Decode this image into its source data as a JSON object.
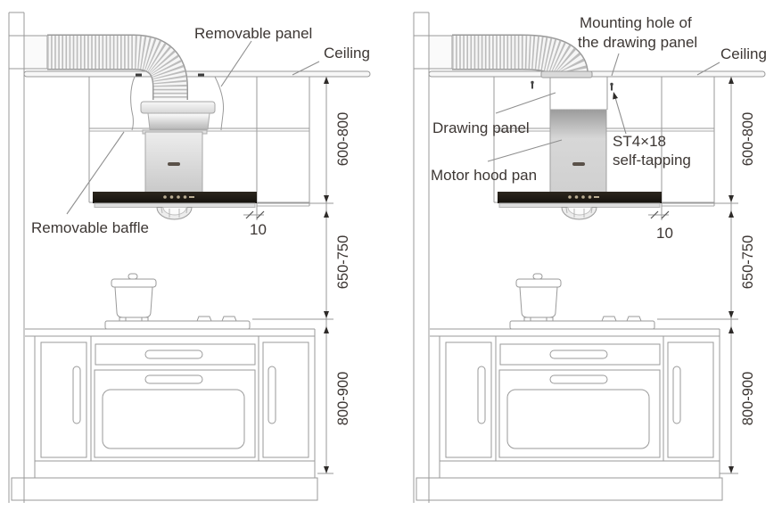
{
  "figure": {
    "type": "range-hood installation diagram",
    "views": [
      "left",
      "right"
    ]
  },
  "left": {
    "labels": {
      "removable_panel": "Removable panel",
      "ceiling": "Ceiling",
      "removable_baffle": "Removable baffle"
    },
    "dims": {
      "ceiling_to_hood": "600-800",
      "hood_to_counter": "650-750",
      "counter_to_floor": "800-900",
      "panel_gap": "10"
    }
  },
  "right": {
    "labels": {
      "mounting_hole_1": "Mounting hole of",
      "mounting_hole_2": "the drawing panel",
      "ceiling": "Ceiling",
      "drawing_panel": "Drawing panel",
      "motor_hood_pan": "Motor hood pan",
      "screw_spec_1": "ST4×18",
      "screw_spec_2": "self-tapping"
    },
    "dims": {
      "ceiling_to_hood": "600-800",
      "hood_to_counter": "650-750",
      "counter_to_floor": "800-900",
      "panel_gap": "10"
    }
  },
  "colors": {
    "line_gray": "#9a9a9a",
    "text": "#3d3734",
    "hood_bar_dark": "#1d1914",
    "duct_ridge": "#bcbcbc",
    "chimney_light": "#e9e9e9"
  }
}
